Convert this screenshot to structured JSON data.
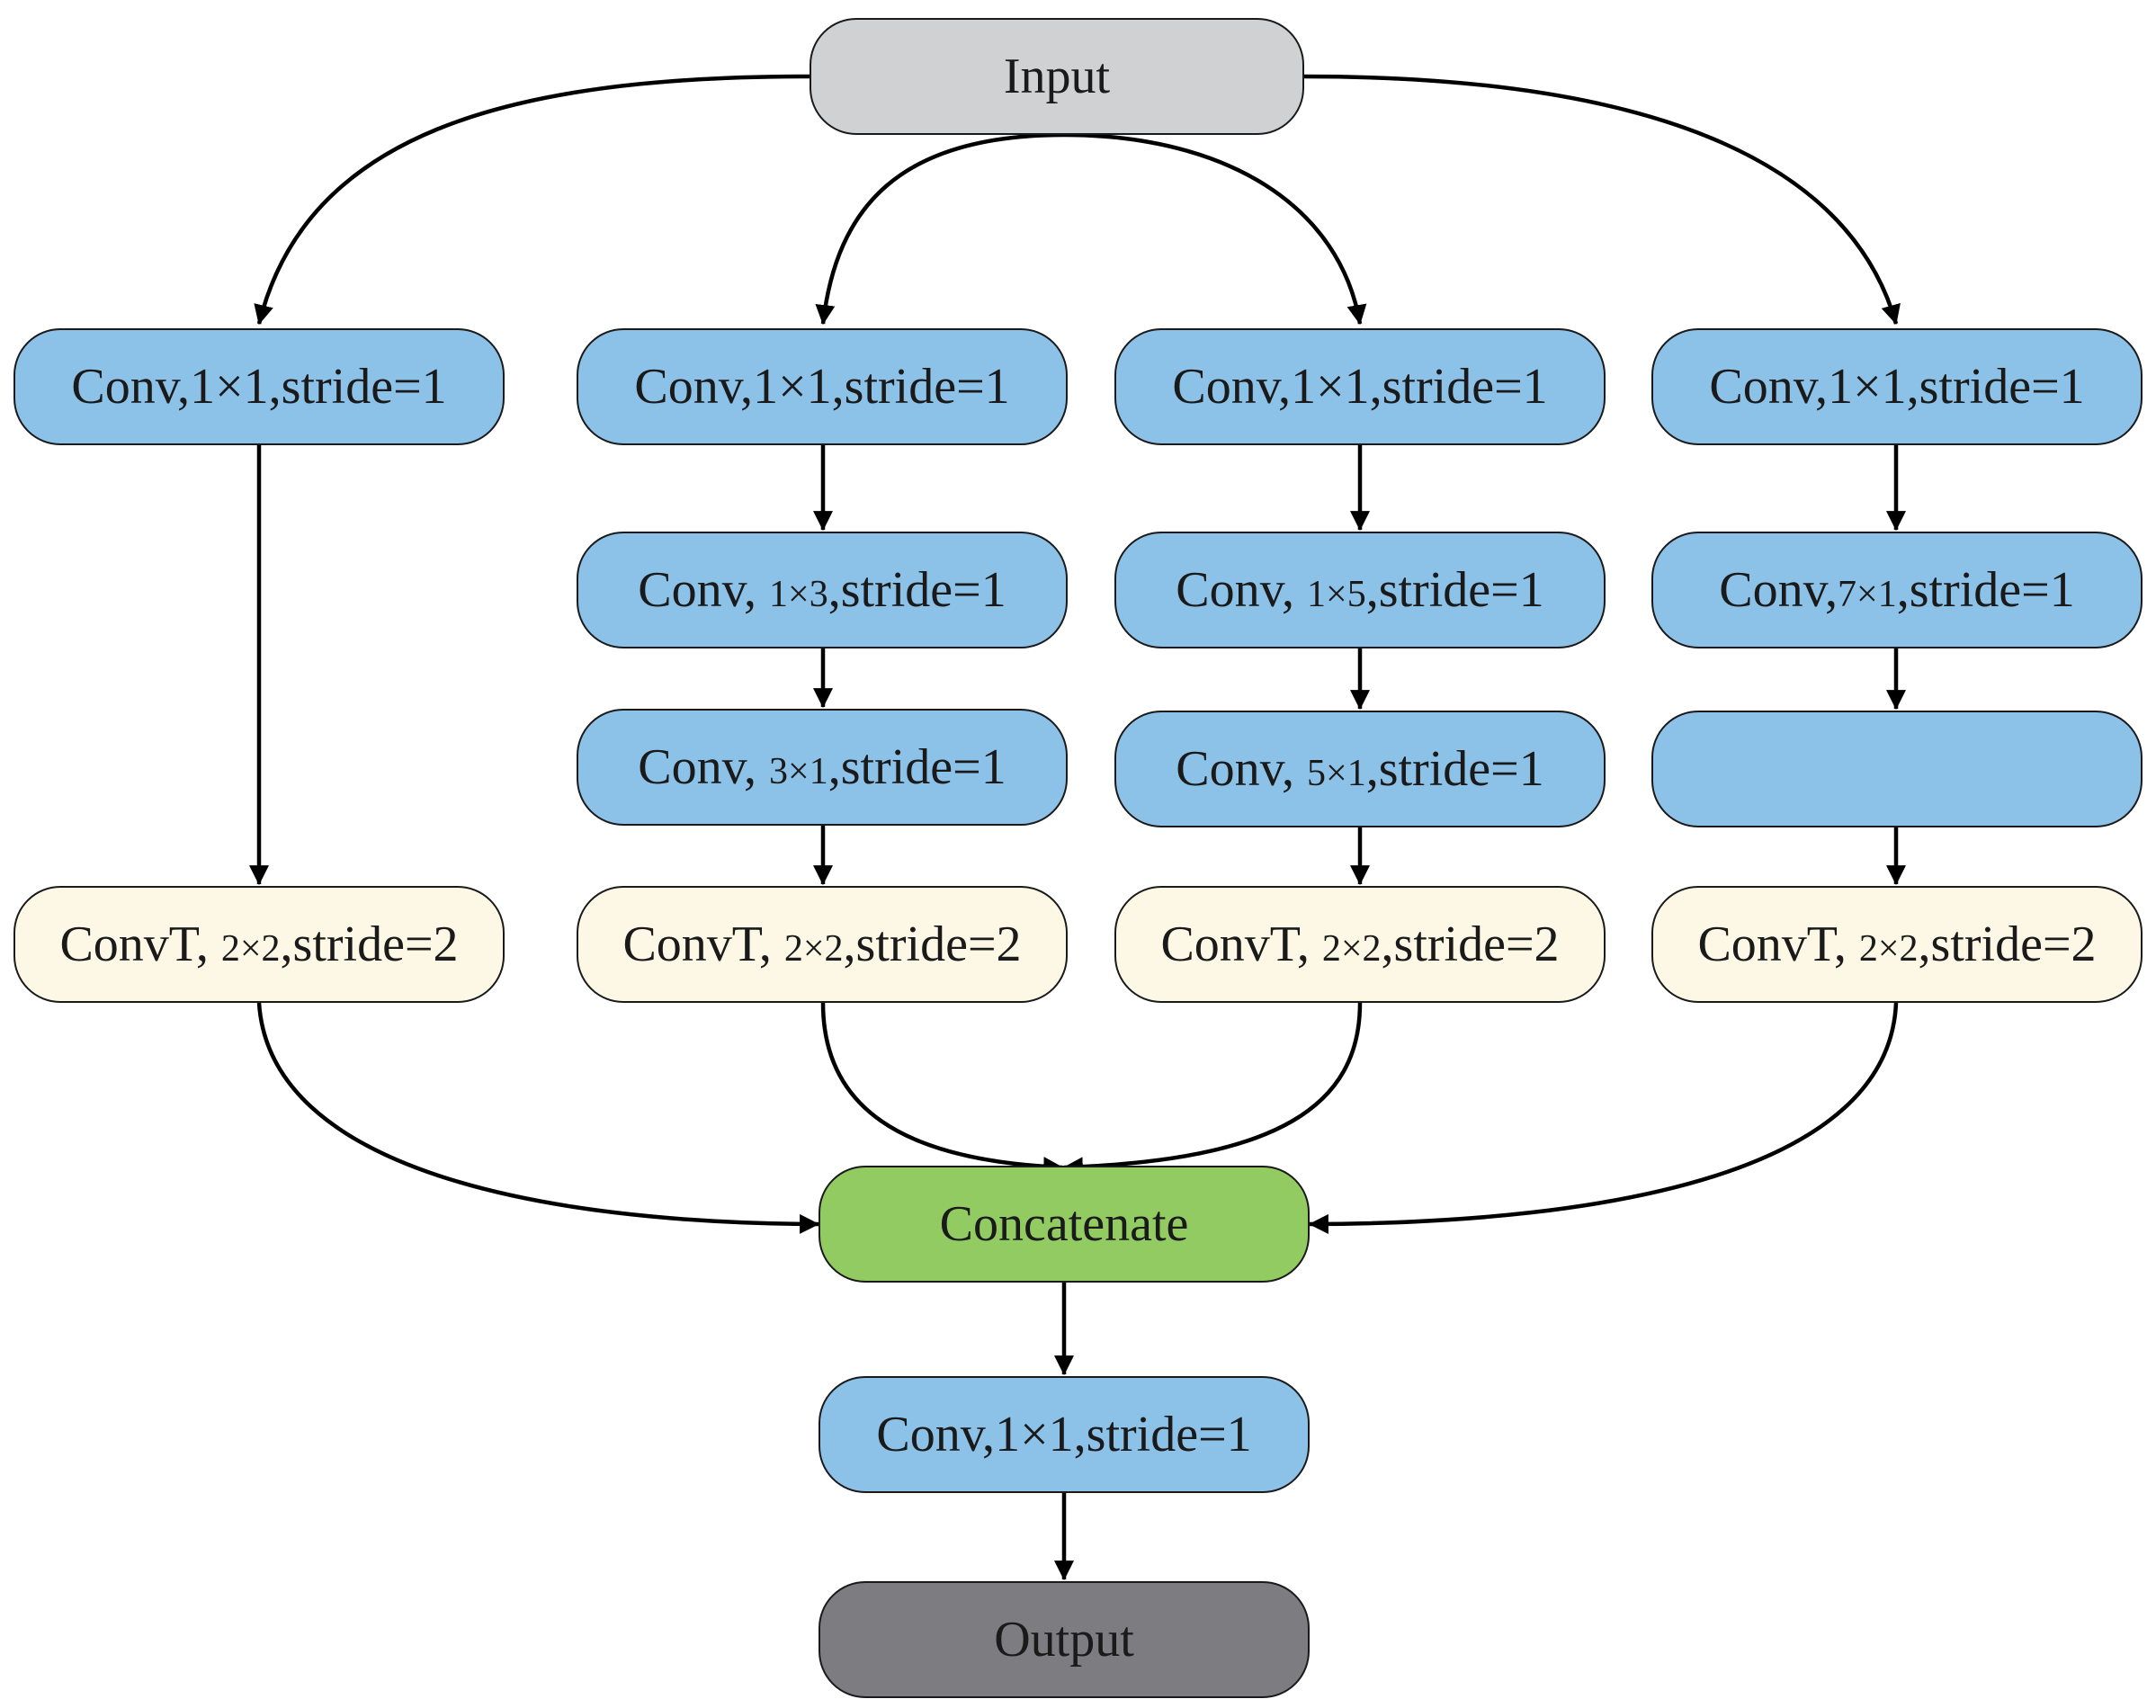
{
  "diagram": {
    "input_label": "Input",
    "concat_label": "Concatenate",
    "output_label": "Output",
    "final_conv": {
      "prefix": "Conv,",
      "kernel": "1×1",
      "suffix": ",stride=1"
    },
    "branches": [
      {
        "entry": {
          "prefix": "Conv,",
          "kernel": "1×1",
          "suffix": ",stride=1"
        },
        "mid": [],
        "upsample": {
          "prefix": "ConvT, ",
          "kernel": "2×2",
          "suffix": ",stride=2"
        }
      },
      {
        "entry": {
          "prefix": "Conv,",
          "kernel": "1×1",
          "suffix": ",stride=1"
        },
        "mid": [
          {
            "prefix": "Conv, ",
            "kernel": "1×3",
            "suffix": ",stride=1"
          },
          {
            "prefix": "Conv, ",
            "kernel": "3×1",
            "suffix": ",stride=1"
          }
        ],
        "upsample": {
          "prefix": "ConvT, ",
          "kernel": "2×2",
          "suffix": ",stride=2"
        }
      },
      {
        "entry": {
          "prefix": "Conv,",
          "kernel": "1×1",
          "suffix": ",stride=1"
        },
        "mid": [
          {
            "prefix": "Conv, ",
            "kernel": "1×5",
            "suffix": ",stride=1"
          },
          {
            "prefix": "Conv, ",
            "kernel": "5×1",
            "suffix": ",stride=1"
          }
        ],
        "upsample": {
          "prefix": "ConvT, ",
          "kernel": "2×2",
          "suffix": ",stride=2"
        }
      },
      {
        "entry": {
          "prefix": "Conv,",
          "kernel": "1×1",
          "suffix": ",stride=1"
        },
        "mid": [
          {
            "prefix": "Conv,",
            "kernel": "7×1",
            "suffix": ",stride=1"
          }
        ],
        "upsample": {
          "prefix": "ConvT, ",
          "kernel": "2×2",
          "suffix": ",stride=2"
        }
      }
    ]
  }
}
